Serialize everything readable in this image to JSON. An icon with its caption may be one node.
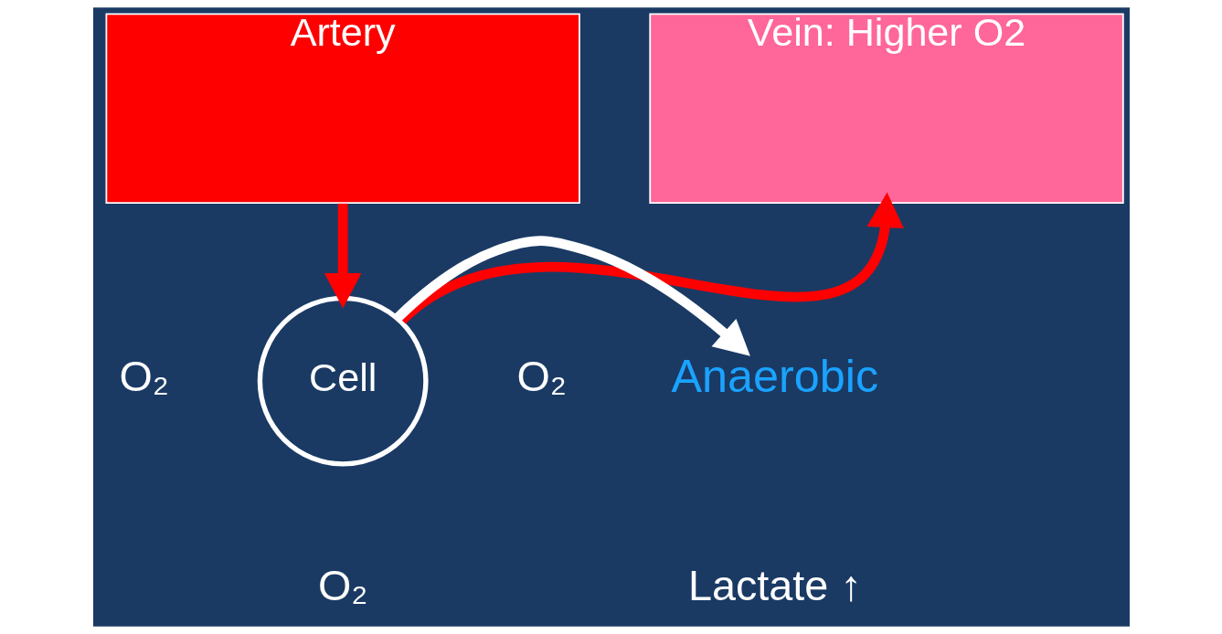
{
  "diagram": {
    "nodes": [
      {
        "text": [
          "Artery"
        ]
      },
      {
        "text": [
          "Vein: Higher O2"
        ]
      },
      {
        "text": [
          "Cell"
        ]
      },
      {
        "text": [
          "Anaerobic"
        ]
      }
    ],
    "edges": [
      {
        "from": 0,
        "to": 2,
        "arrow": "to",
        "color": "#ff0000"
      },
      {
        "from": 2,
        "to": 1,
        "arrow": "to",
        "color": "#ff0000"
      },
      {
        "from": 2,
        "to": 3,
        "arrow": "to",
        "color": "#ffffff"
      }
    ],
    "labels": [
      "O₂",
      "O₂",
      "O₂",
      "Lactate ↑"
    ]
  }
}
